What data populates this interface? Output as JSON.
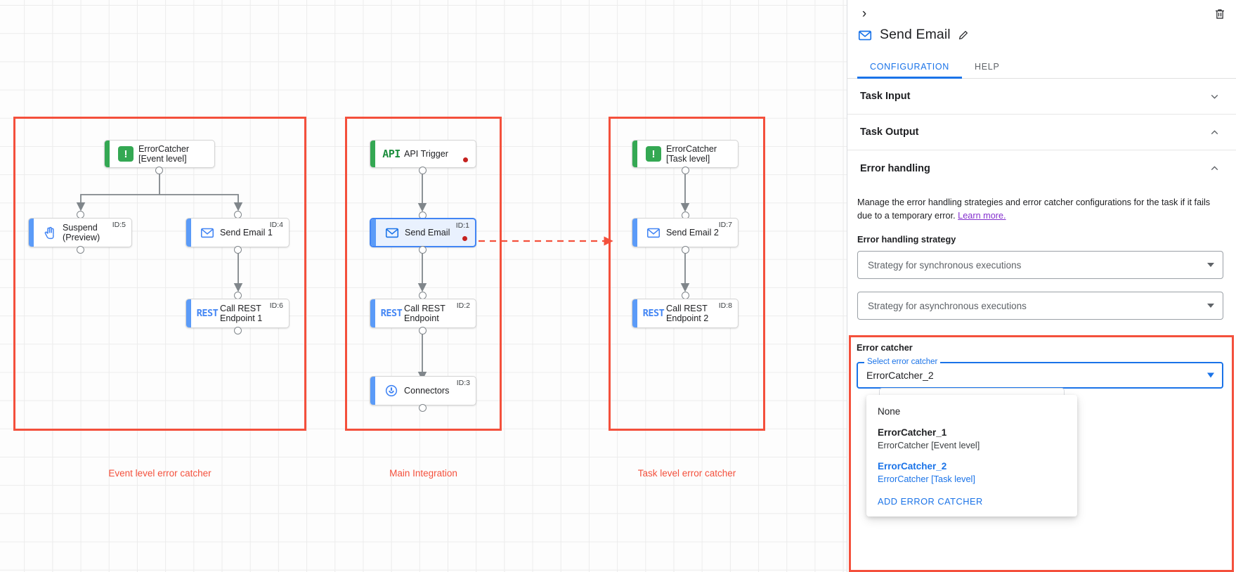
{
  "canvas": {
    "groups": [
      {
        "id": "event-level",
        "caption": "Event level error catcher"
      },
      {
        "id": "main-integration",
        "caption": "Main Integration"
      },
      {
        "id": "task-level",
        "caption": "Task level error catcher"
      }
    ],
    "nodes": {
      "error_catcher_event": {
        "label": "ErrorCatcher\n[Event level]",
        "icon": "error-catcher-icon",
        "id_badge": ""
      },
      "suspend": {
        "label": "Suspend\n(Preview)",
        "icon": "hand-icon",
        "id_badge": "ID:5"
      },
      "send_email_1": {
        "label": "Send Email 1",
        "icon": "mail-icon",
        "id_badge": "ID:4"
      },
      "call_rest_1": {
        "label": "Call REST\nEndpoint 1",
        "icon": "rest-icon",
        "id_badge": "ID:6"
      },
      "api_trigger": {
        "label": "API Trigger",
        "icon": "api-icon",
        "id_badge": ""
      },
      "send_email": {
        "label": "Send Email",
        "icon": "mail-icon",
        "id_badge": "ID:1"
      },
      "call_rest": {
        "label": "Call REST\nEndpoint",
        "icon": "rest-icon",
        "id_badge": "ID:2"
      },
      "connectors": {
        "label": "Connectors",
        "icon": "connectors-icon",
        "id_badge": "ID:3"
      },
      "error_catcher_task": {
        "label": "ErrorCatcher\n[Task level]",
        "icon": "error-catcher-icon",
        "id_badge": ""
      },
      "send_email_2": {
        "label": "Send Email 2",
        "icon": "mail-icon",
        "id_badge": "ID:7"
      },
      "call_rest_2": {
        "label": "Call REST\nEndpoint 2",
        "icon": "rest-icon",
        "id_badge": "ID:8"
      }
    },
    "icon_text": {
      "api": "API",
      "rest": "REST",
      "error_catcher": "!"
    },
    "colors": {
      "group_frame": "#f4503c",
      "accent_green": "#34a853",
      "accent_blue": "#5b9bf8",
      "error_dot": "#c5221f",
      "edge": "#80868b"
    }
  },
  "panel": {
    "collapse_icon": "›",
    "trash_icon": "delete-icon",
    "title": "Send Email",
    "edit_icon": "pencil-icon",
    "tabs": [
      {
        "label": "CONFIGURATION",
        "active": true
      },
      {
        "label": "HELP",
        "active": false
      }
    ],
    "sections": [
      {
        "label": "Task Input",
        "expanded": false,
        "chevron": "chevron-down"
      },
      {
        "label": "Task Output",
        "expanded": true,
        "chevron": "chevron-up"
      },
      {
        "label": "Error handling",
        "expanded": true,
        "chevron": "chevron-up"
      }
    ],
    "error_handling": {
      "description": "Manage the error handling strategies and error catcher configurations for the task if it fails due to a temporary error.",
      "learn_more": "Learn more.",
      "strategy_label": "Error handling strategy",
      "sync_placeholder": "Strategy for synchronous executions",
      "async_placeholder": "Strategy for asynchronous executions"
    },
    "error_catcher": {
      "section_label": "Error catcher",
      "select_legend": "Select error catcher",
      "selected_value": "ErrorCatcher_2",
      "options": [
        {
          "main": "None",
          "sub": "",
          "selected": false,
          "bold": false
        },
        {
          "main": "ErrorCatcher_1",
          "sub": "ErrorCatcher [Event level]",
          "selected": false,
          "bold": true
        },
        {
          "main": "ErrorCatcher_2",
          "sub": "ErrorCatcher [Task level]",
          "selected": true,
          "bold": true
        }
      ],
      "add_action": "ADD ERROR CATCHER"
    },
    "colors": {
      "accent": "#1a73e8",
      "link": "#8430ce",
      "highlight": "#f4503c"
    }
  }
}
